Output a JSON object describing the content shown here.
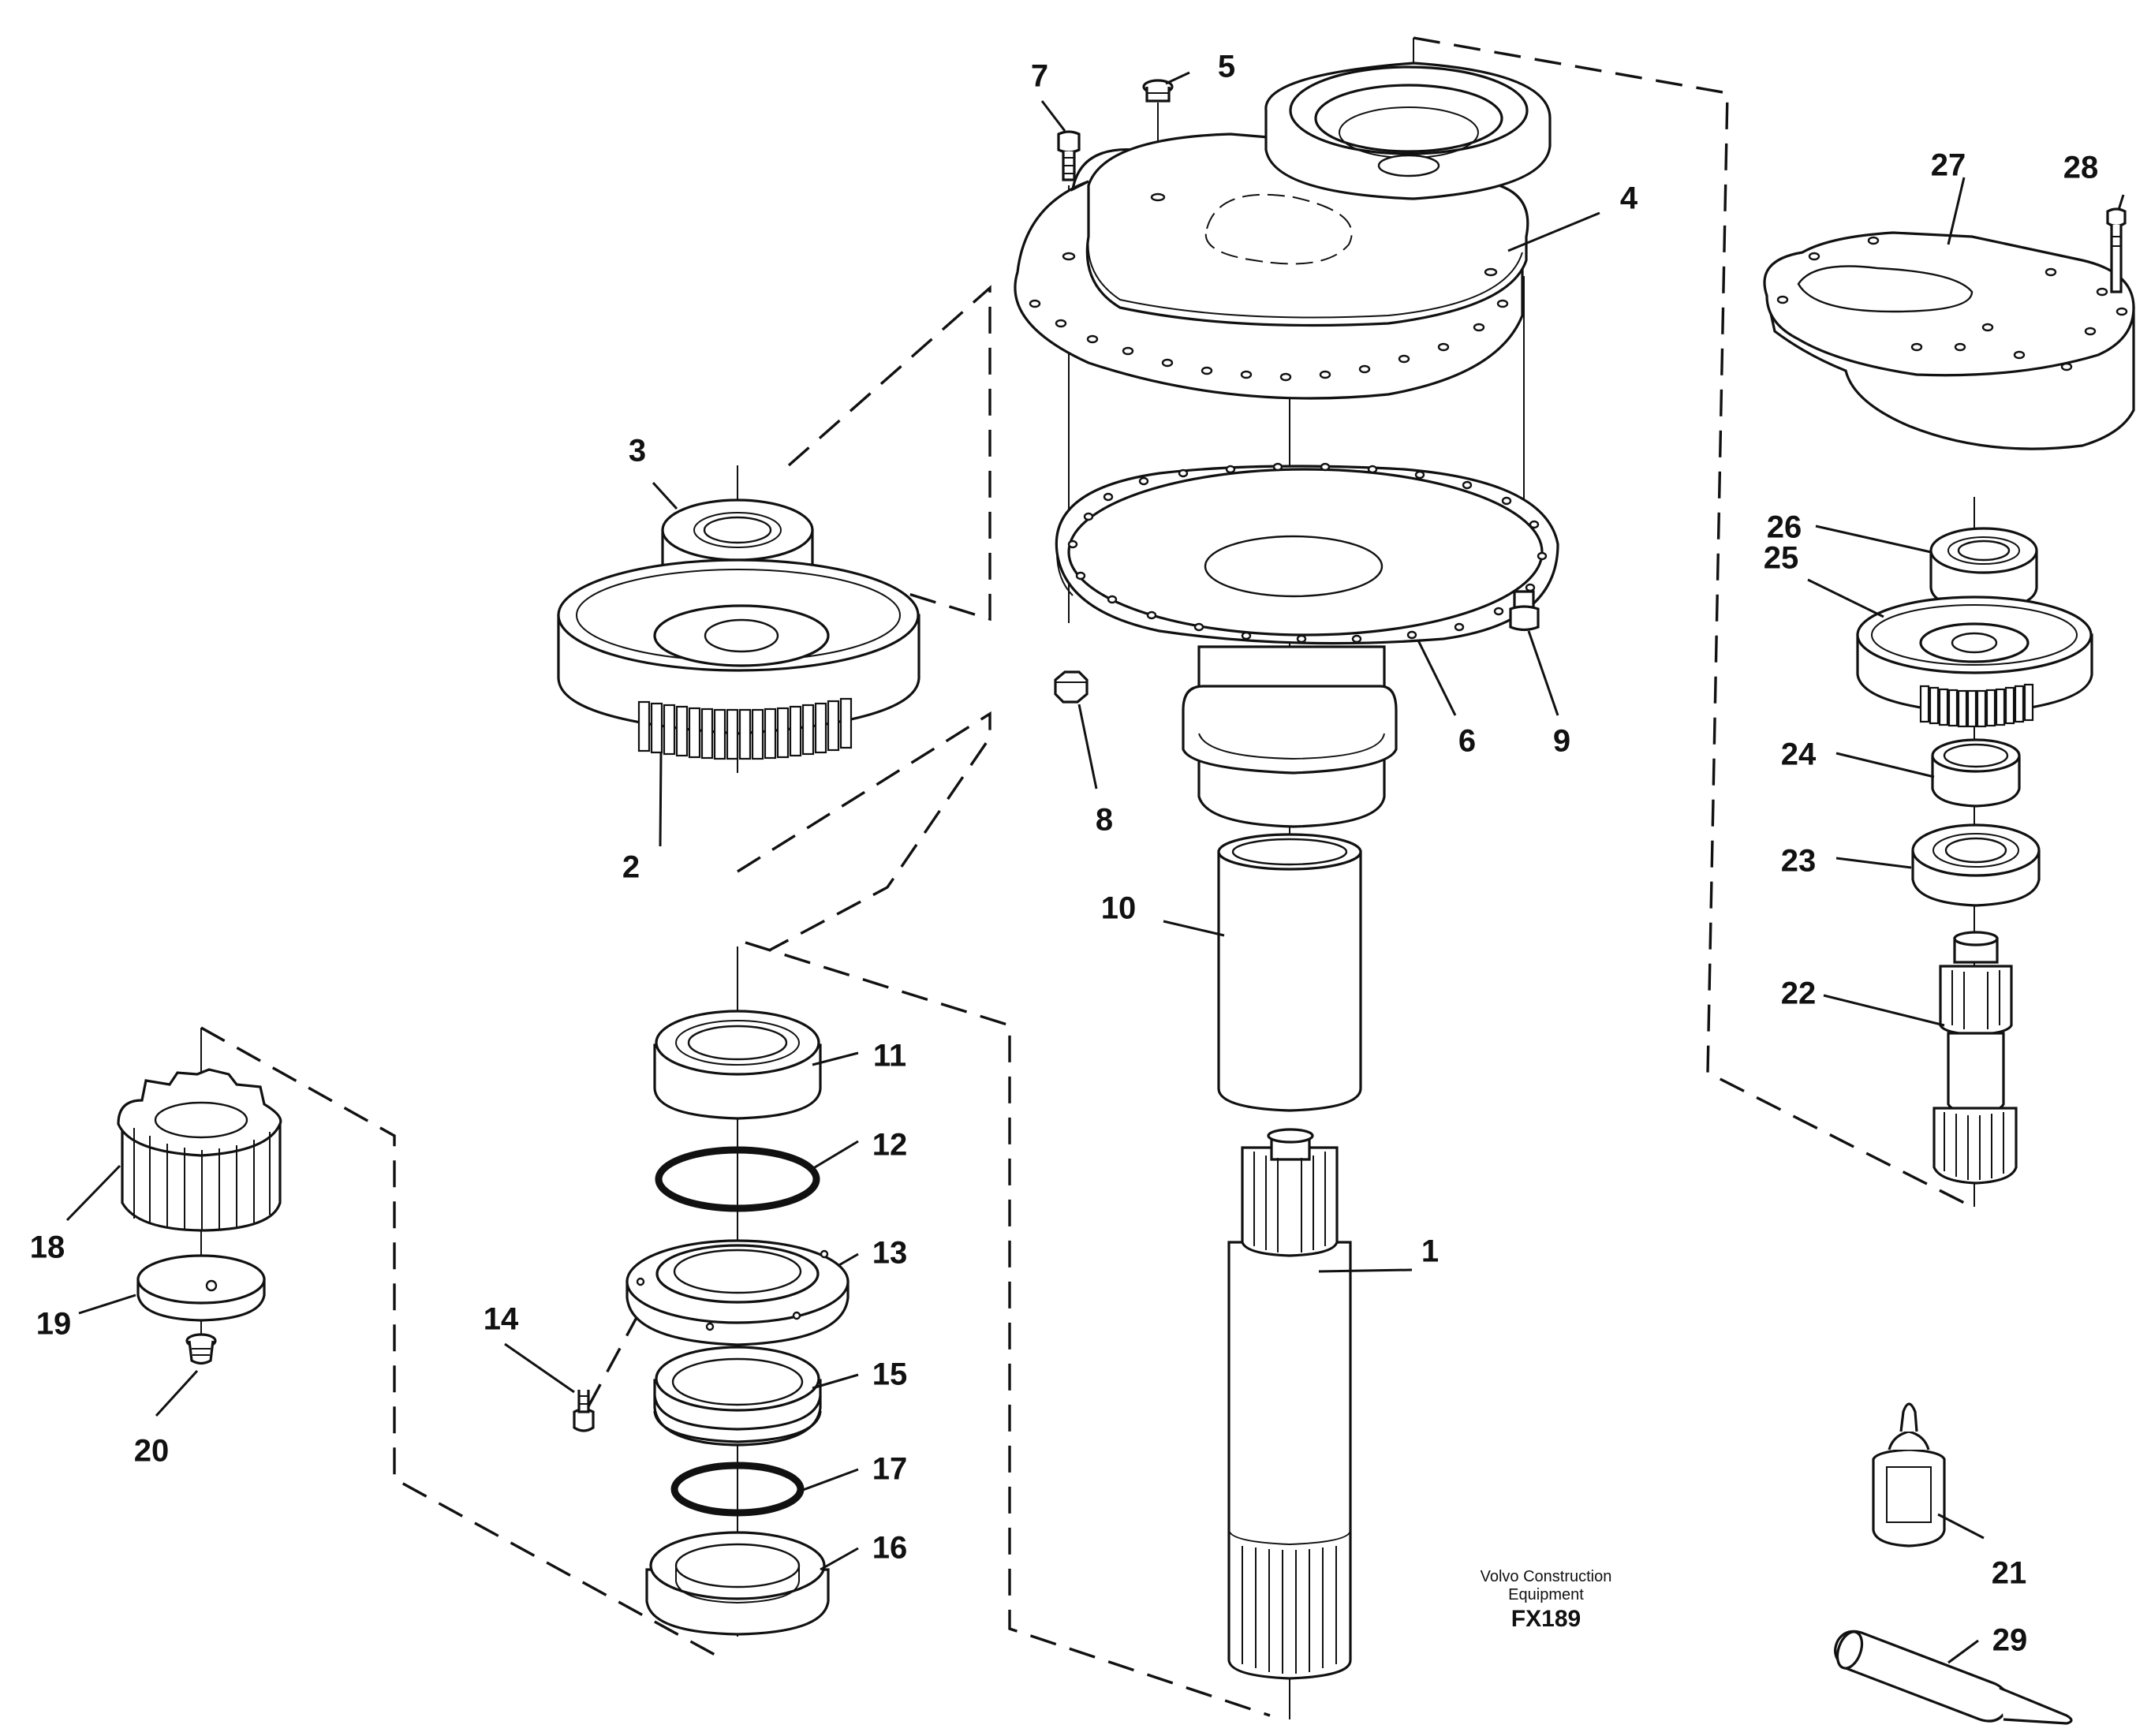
{
  "diagram": {
    "callouts": [
      "1",
      "2",
      "3",
      "4",
      "5",
      "6",
      "7",
      "8",
      "9",
      "10",
      "11",
      "12",
      "13",
      "14",
      "15",
      "16",
      "17",
      "18",
      "19",
      "20",
      "21",
      "22",
      "23",
      "24",
      "25",
      "26",
      "27",
      "28",
      "29"
    ]
  },
  "footer": {
    "line1": "Volvo Construction",
    "line2": "Equipment",
    "code": "FX189"
  }
}
